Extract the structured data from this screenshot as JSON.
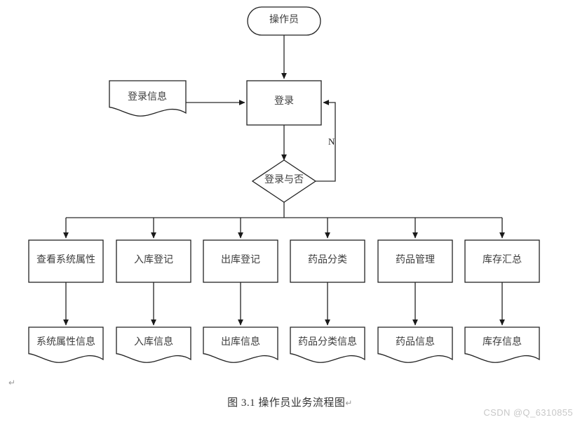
{
  "diagram": {
    "title": "操作员业务流程图",
    "caption": "图 3.1  操作员业务流程图",
    "caption_mark": "↵",
    "colors": {
      "stroke": "#222222",
      "text": "#3c3c3c",
      "background": "#ffffff",
      "watermark": "#c8c8c8"
    },
    "start": {
      "label": "操作员",
      "shape": "stadium"
    },
    "input_doc": {
      "label": "登录信息",
      "shape": "document"
    },
    "process": {
      "label": "登录",
      "shape": "rectangle"
    },
    "decision": {
      "label": "登录与否",
      "shape": "diamond"
    },
    "decision_branch_no": {
      "label": "N"
    },
    "functions": [
      {
        "label": "查看系统属性",
        "shape": "rectangle"
      },
      {
        "label": "入库登记",
        "shape": "rectangle"
      },
      {
        "label": "出库登记",
        "shape": "rectangle"
      },
      {
        "label": "药品分类",
        "shape": "rectangle"
      },
      {
        "label": "药品管理",
        "shape": "rectangle"
      },
      {
        "label": "库存汇总",
        "shape": "rectangle"
      }
    ],
    "outputs": [
      {
        "label": "系统属性信息",
        "shape": "document"
      },
      {
        "label": "入库信息",
        "shape": "document"
      },
      {
        "label": "出库信息",
        "shape": "document"
      },
      {
        "label": "药品分类信息",
        "shape": "document"
      },
      {
        "label": "药品信息",
        "shape": "document"
      },
      {
        "label": "库存信息",
        "shape": "document"
      }
    ],
    "paragraph_marks": [
      "↵",
      "↵"
    ]
  },
  "watermark": {
    "text": "CSDN @Q_6310855"
  }
}
